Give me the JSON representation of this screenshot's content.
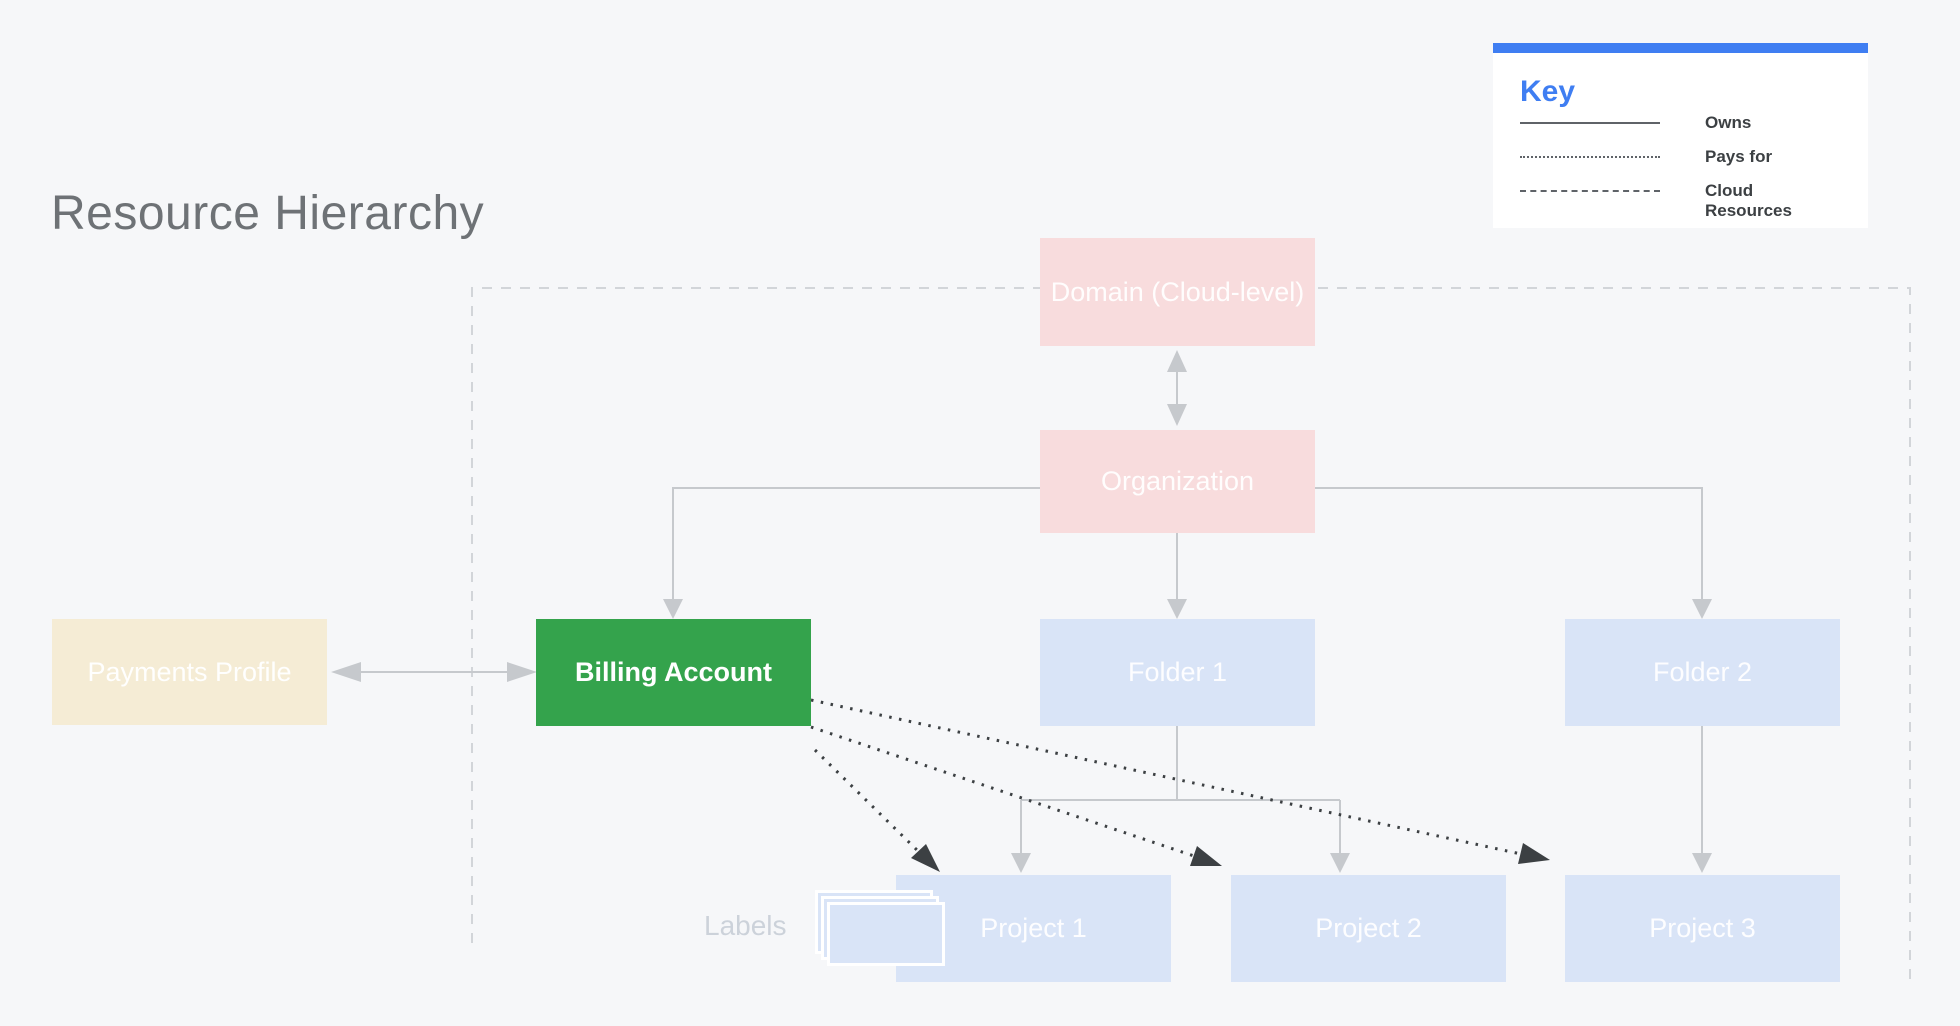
{
  "title": "Resource Hierarchy",
  "key": {
    "heading": "Key",
    "items": [
      {
        "style": "solid",
        "label": "Owns"
      },
      {
        "style": "dotted",
        "label": "Pays for"
      },
      {
        "style": "dashed",
        "label": "Cloud Resources"
      }
    ]
  },
  "nodes": {
    "domain": {
      "label": "Domain (Cloud-level)",
      "color": "#f8dcdd"
    },
    "organization": {
      "label": "Organization",
      "color": "#f8dcdd"
    },
    "payments_profile": {
      "label": "Payments Profile",
      "color": "#f5ecd5"
    },
    "billing_account": {
      "label": "Billing Account",
      "color": "#34a34c"
    },
    "folder1": {
      "label": "Folder 1",
      "color": "#d9e4f7"
    },
    "folder2": {
      "label": "Folder 2",
      "color": "#d9e4f7"
    },
    "project1": {
      "label": "Project 1",
      "color": "#d9e4f7"
    },
    "project2": {
      "label": "Project 2",
      "color": "#d9e4f7"
    },
    "project3": {
      "label": "Project 3",
      "color": "#d9e4f7"
    }
  },
  "labels_caption": "Labels",
  "edges": [
    {
      "from": "domain",
      "to": "organization",
      "type": "owns",
      "bidirectional": true
    },
    {
      "from": "organization",
      "to": "billing_account",
      "type": "owns"
    },
    {
      "from": "organization",
      "to": "folder1",
      "type": "owns"
    },
    {
      "from": "organization",
      "to": "folder2",
      "type": "owns"
    },
    {
      "from": "payments_profile",
      "to": "billing_account",
      "type": "owns",
      "bidirectional": true
    },
    {
      "from": "folder1",
      "to": "project1",
      "type": "owns"
    },
    {
      "from": "folder1",
      "to": "project2",
      "type": "owns"
    },
    {
      "from": "folder2",
      "to": "project3",
      "type": "owns"
    },
    {
      "from": "billing_account",
      "to": "project1",
      "type": "pays_for"
    },
    {
      "from": "billing_account",
      "to": "project2",
      "type": "pays_for"
    },
    {
      "from": "billing_account",
      "to": "project3",
      "type": "pays_for"
    }
  ],
  "colors": {
    "background": "#f6f7f9",
    "panel_bg": "#ffffff",
    "accent_blue": "#3f7ef2",
    "pink_node": "#f8dcdd",
    "blue_node": "#d9e4f7",
    "green_node": "#34a34c",
    "cream_node": "#f5ecd5",
    "gray_line": "#c6c9cd",
    "dashed_line": "#d2d5d9",
    "dark_line": "#3c4043",
    "title_text": "#6e7276",
    "labels_caption_text": "#ccd2da",
    "key_text": "#3c4043"
  }
}
